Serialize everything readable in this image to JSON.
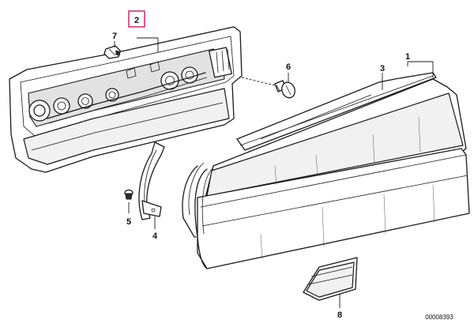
{
  "part_numbers": {
    "p1": "1",
    "p2": "2",
    "p3": "3",
    "p4": "4",
    "p5": "5",
    "p6": "6",
    "p7": "7",
    "p8": "8"
  },
  "drawing_code": "00008393",
  "highlight_color": "#d6246e"
}
